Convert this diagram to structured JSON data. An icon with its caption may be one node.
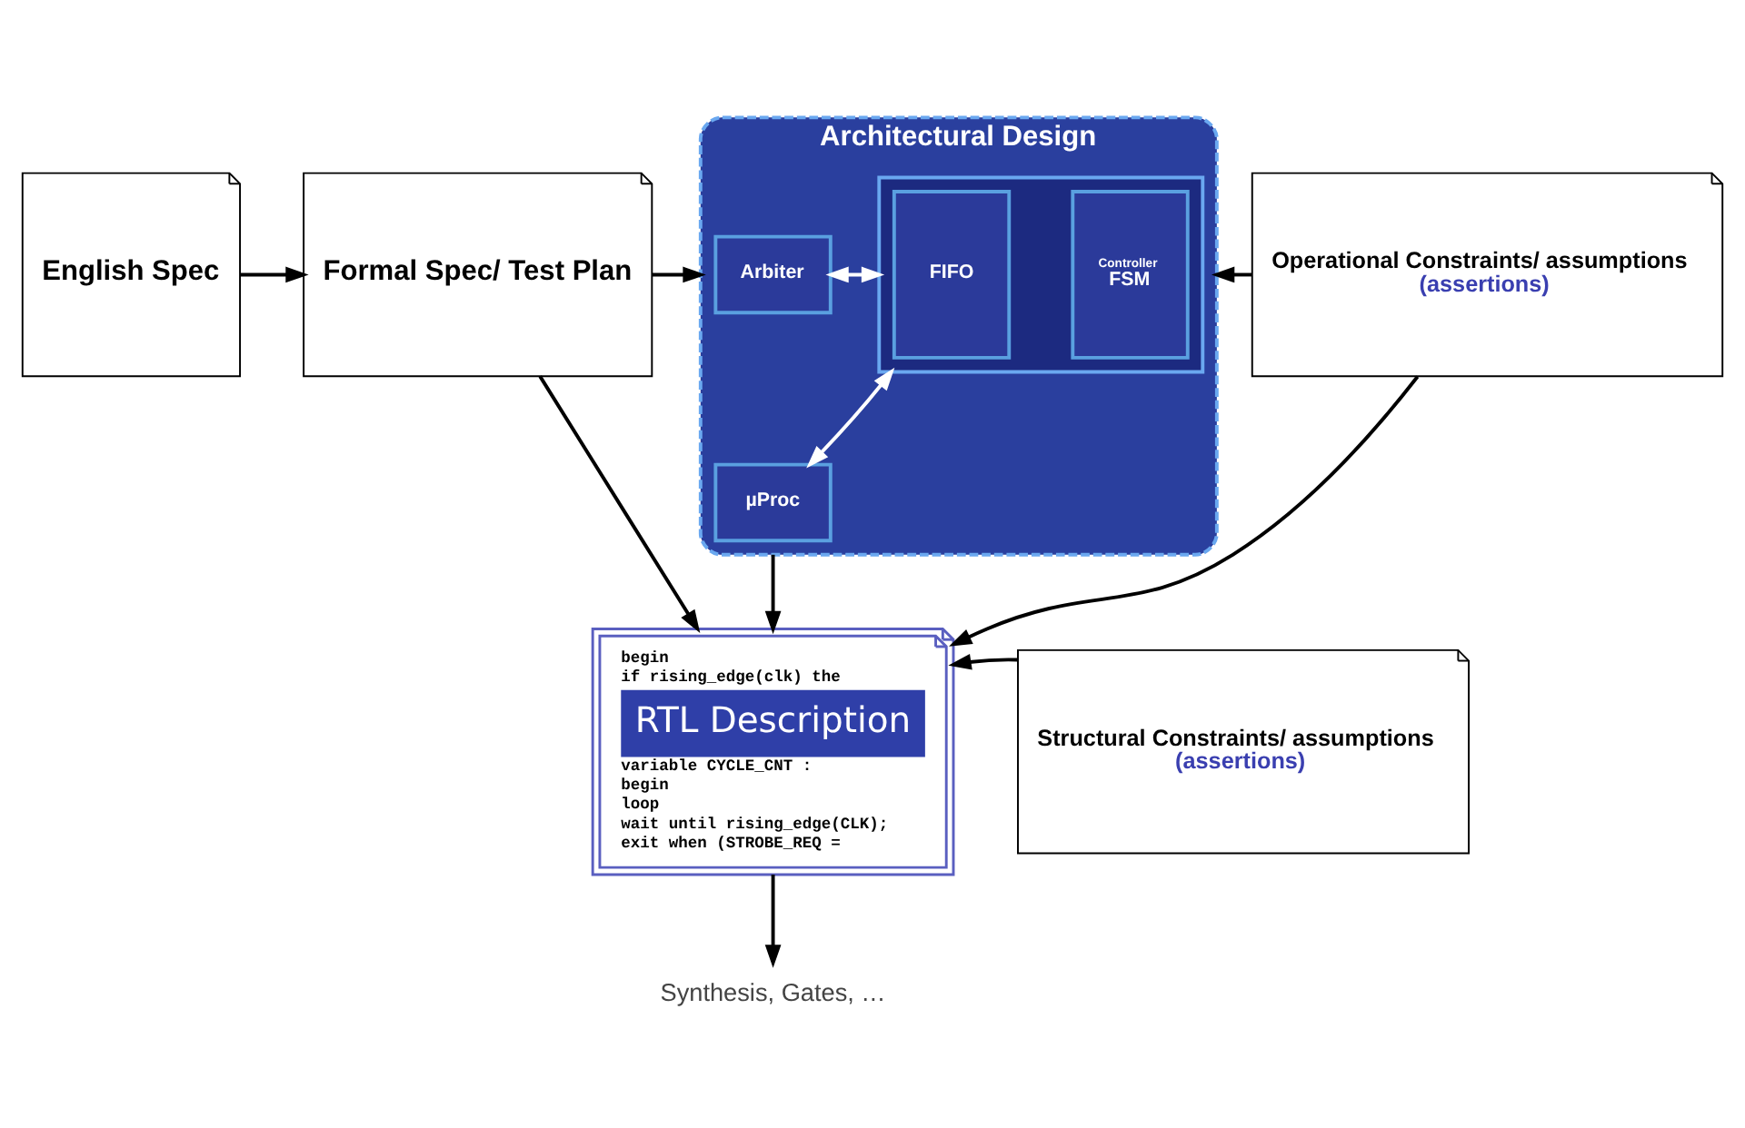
{
  "diagram": {
    "nodes": [
      {
        "text": [
          "English Spec"
        ]
      },
      {
        "text": [
          "Formal Spec/ Test Plan"
        ]
      },
      {
        "text": [
          "Architectural Design"
        ]
      },
      {
        "text": [
          "Arbiter"
        ],
        "in": 2
      },
      {
        "text": [
          "µProc"
        ],
        "in": 2
      },
      {
        "text": [],
        "shape": "box",
        "in": 2
      },
      {
        "text": [
          "FIFO"
        ],
        "in": 5
      },
      {
        "text": [
          "Controller",
          "FSM"
        ],
        "in": 5
      },
      {
        "text": [
          "Operational Constraints/ assumptions",
          "(assertions)"
        ]
      },
      {
        "text": [
          "begin",
          "if rising_edge(clk) the",
          "RTL Description",
          "variable CYCLE_CNT :",
          "begin",
          "loop",
          "wait until rising_edge(CLK);",
          "exit when (STROBE_REQ ="
        ]
      },
      {
        "text": [
          "Structural Constraints/ assumptions",
          "(assertions)"
        ]
      },
      {
        "text": [
          "Synthesis, Gates, …"
        ]
      }
    ],
    "edges": [
      {
        "from": 0,
        "to": 1,
        "arrow": "to"
      },
      {
        "from": 1,
        "to": 2,
        "arrow": "to"
      },
      {
        "from": 8,
        "to": 2,
        "arrow": "to"
      },
      {
        "from": 3,
        "to": 5,
        "arrow": "both",
        "color": "#ffffff"
      },
      {
        "from": 4,
        "to": 5,
        "arrow": "both",
        "color": "#ffffff"
      },
      {
        "from": 2,
        "to": 9,
        "arrow": "to"
      },
      {
        "from": 8,
        "to": 9,
        "arrow": "to"
      },
      {
        "from": 1,
        "to": 9,
        "arrow": "to"
      },
      {
        "from": 10,
        "to": 9,
        "arrow": "to"
      },
      {
        "from": 9,
        "to": 11,
        "arrow": "to"
      }
    ]
  }
}
